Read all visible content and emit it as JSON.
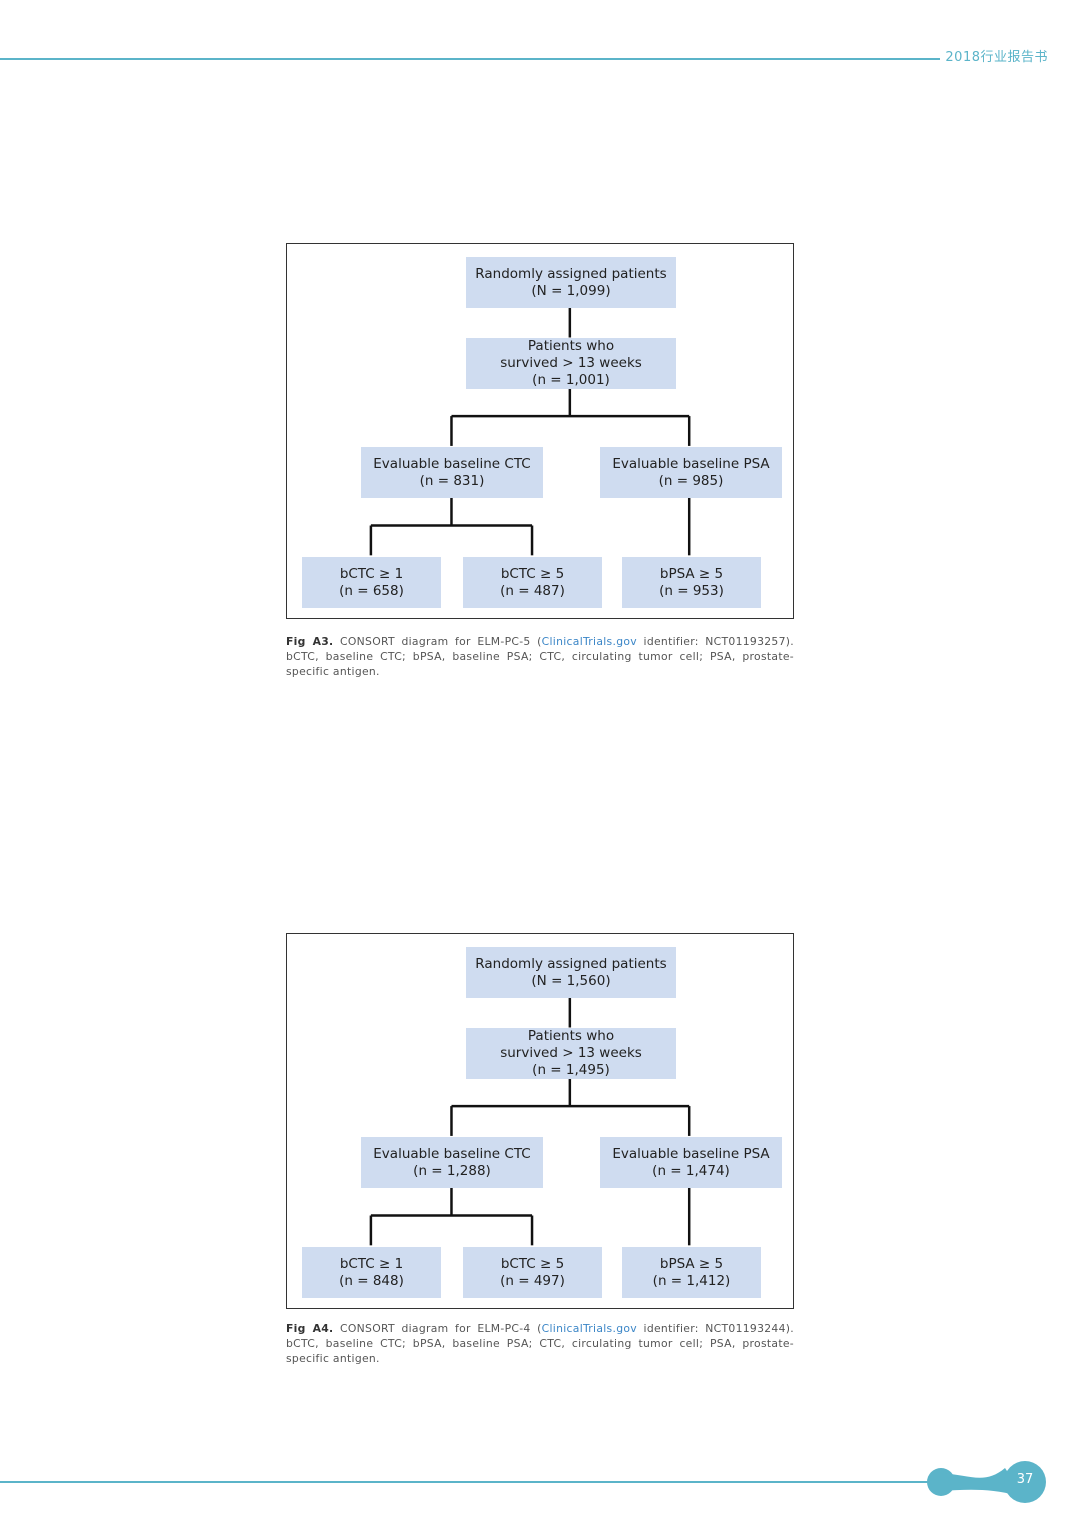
{
  "header": {
    "title": "2018行业报告书"
  },
  "figures": [
    {
      "root": {
        "line1": "Randomly assigned patients",
        "line2": "(N = 1,099)"
      },
      "survived": {
        "line1": "Patients who",
        "line2": "survived > 13 weeks",
        "line3": "(n = 1,001)"
      },
      "ctc": {
        "line1": "Evaluable baseline CTC",
        "line2": "(n = 831)"
      },
      "psa": {
        "line1": "Evaluable baseline PSA",
        "line2": "(n = 985)"
      },
      "bctc1": {
        "line1": "bCTC ≥ 1",
        "line2": "(n = 658)"
      },
      "bctc5": {
        "line1": "bCTC ≥ 5",
        "line2": "(n = 487)"
      },
      "bpsa5": {
        "line1": "bPSA ≥ 5",
        "line2": "(n = 953)"
      },
      "caption": {
        "label": "Fig A3.",
        "text_before": " CONSORT diagram for ELM-PC-5 (",
        "link": "ClinicalTrials.gov",
        "text_after": " identifier: NCT01193257). bCTC, baseline CTC; bPSA, baseline PSA; CTC, circulating tumor cell; PSA, prostate-specific antigen."
      }
    },
    {
      "root": {
        "line1": "Randomly assigned patients",
        "line2": "(N = 1,560)"
      },
      "survived": {
        "line1": "Patients who",
        "line2": "survived > 13 weeks",
        "line3": "(n = 1,495)"
      },
      "ctc": {
        "line1": "Evaluable baseline CTC",
        "line2": "(n = 1,288)"
      },
      "psa": {
        "line1": "Evaluable baseline PSA",
        "line2": "(n = 1,474)"
      },
      "bctc1": {
        "line1": "bCTC ≥ 1",
        "line2": "(n = 848)"
      },
      "bctc5": {
        "line1": "bCTC ≥ 5",
        "line2": "(n = 497)"
      },
      "bpsa5": {
        "line1": "bPSA ≥ 5",
        "line2": "(n = 1,412)"
      },
      "caption": {
        "label": "Fig A4.",
        "text_before": " CONSORT diagram for ELM-PC-4 (",
        "link": "ClinicalTrials.gov",
        "text_after": " identifier: NCT01193244). bCTC, baseline CTC; bPSA, baseline PSA; CTC, circulating tumor cell; PSA, prostate-specific antigen."
      }
    }
  ],
  "footer": {
    "page_number": "37"
  },
  "colors": {
    "accent": "#5bb4c9",
    "box_fill": "#cfdcf0",
    "link": "#3b86c7"
  }
}
